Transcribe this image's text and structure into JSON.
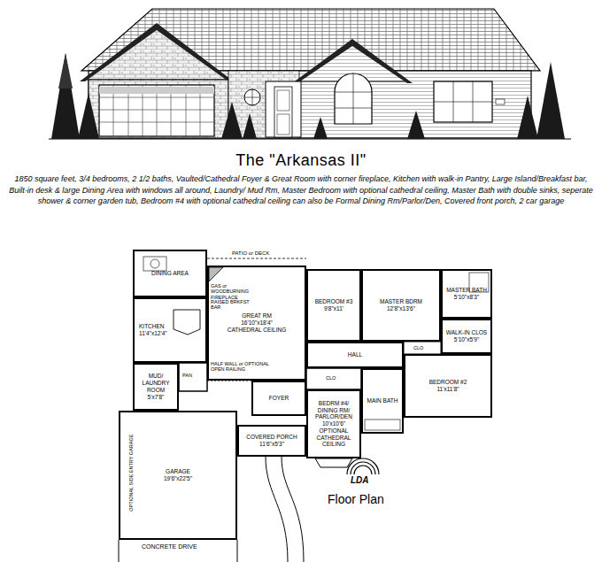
{
  "diagram": {
    "title": "The \"Arkansas II\"",
    "caption": "1850 square feet, 3/4 bedrooms, 2 1/2 baths, Vaulted/Cathedral Foyer & Great Room with corner fireplace, Kitchen with walk-in Pantry, Large Island/Breakfast bar, Built-in desk & large Dining Area with windows all around, Laundry/ Mud Rm, Master Bedroom with optional cathedral ceiling, Master Bath with double sinks, seperate shower & corner garden tub, Bedroom #4 with optional cathedral ceiling can also be Formal Dining Rm/Parlor/Den, Covered front porch, 2 car garage",
    "nodes": [
      {
        "text": [
          "DINING AREA"
        ]
      },
      {
        "text": [
          "KITCHEN",
          "11'4\"x12'4\""
        ]
      },
      {
        "text": [
          "GREAT RM",
          "16'10\"x18'4\"",
          "CATHEDRAL CEILING"
        ]
      },
      {
        "text": [
          "BEDROOM #3",
          "9'8\"x11'"
        ]
      },
      {
        "text": [
          "MASTER BDRM",
          "12'8\"x13'6\""
        ]
      },
      {
        "text": [
          "MASTER BATH",
          "5'10\"x8'3\""
        ]
      },
      {
        "text": [
          "WALK-IN CLOS",
          "5'10\"x5'9\""
        ]
      },
      {
        "text": [
          "HALL"
        ]
      },
      {
        "text": [
          "BEDROOM #2",
          "11'x11'8\""
        ]
      },
      {
        "text": [
          "MUD/ LAUNDRY ROOM",
          "5'x7'8\""
        ]
      },
      {
        "text": [
          "FOYER"
        ]
      },
      {
        "text": [
          "BEDRM #4/ DINING RM/ PARLOR/DEN",
          "10'x10'6\"",
          "OPTIONAL CATHEDRAL CEILING"
        ]
      },
      {
        "text": [
          "MAIN BATH"
        ]
      },
      {
        "text": [
          "COVERED PORCH",
          "11'6\"x5'3\""
        ]
      },
      {
        "text": [
          "GARAGE",
          "19'6\"x22'5\""
        ]
      }
    ],
    "labels": [
      "PATIO or DECK",
      "GAS or WOODBURNING FIREPLACE",
      "RAISED BRKFST BAR",
      "HALF WALL or OPTIONAL OPEN RAILING",
      "CLO",
      "CLO",
      "PAN",
      "OPTIONAL SIDE ENTRY GARAGE",
      "CONCRETE DRIVE",
      "Floor Plan",
      "LDA"
    ]
  }
}
